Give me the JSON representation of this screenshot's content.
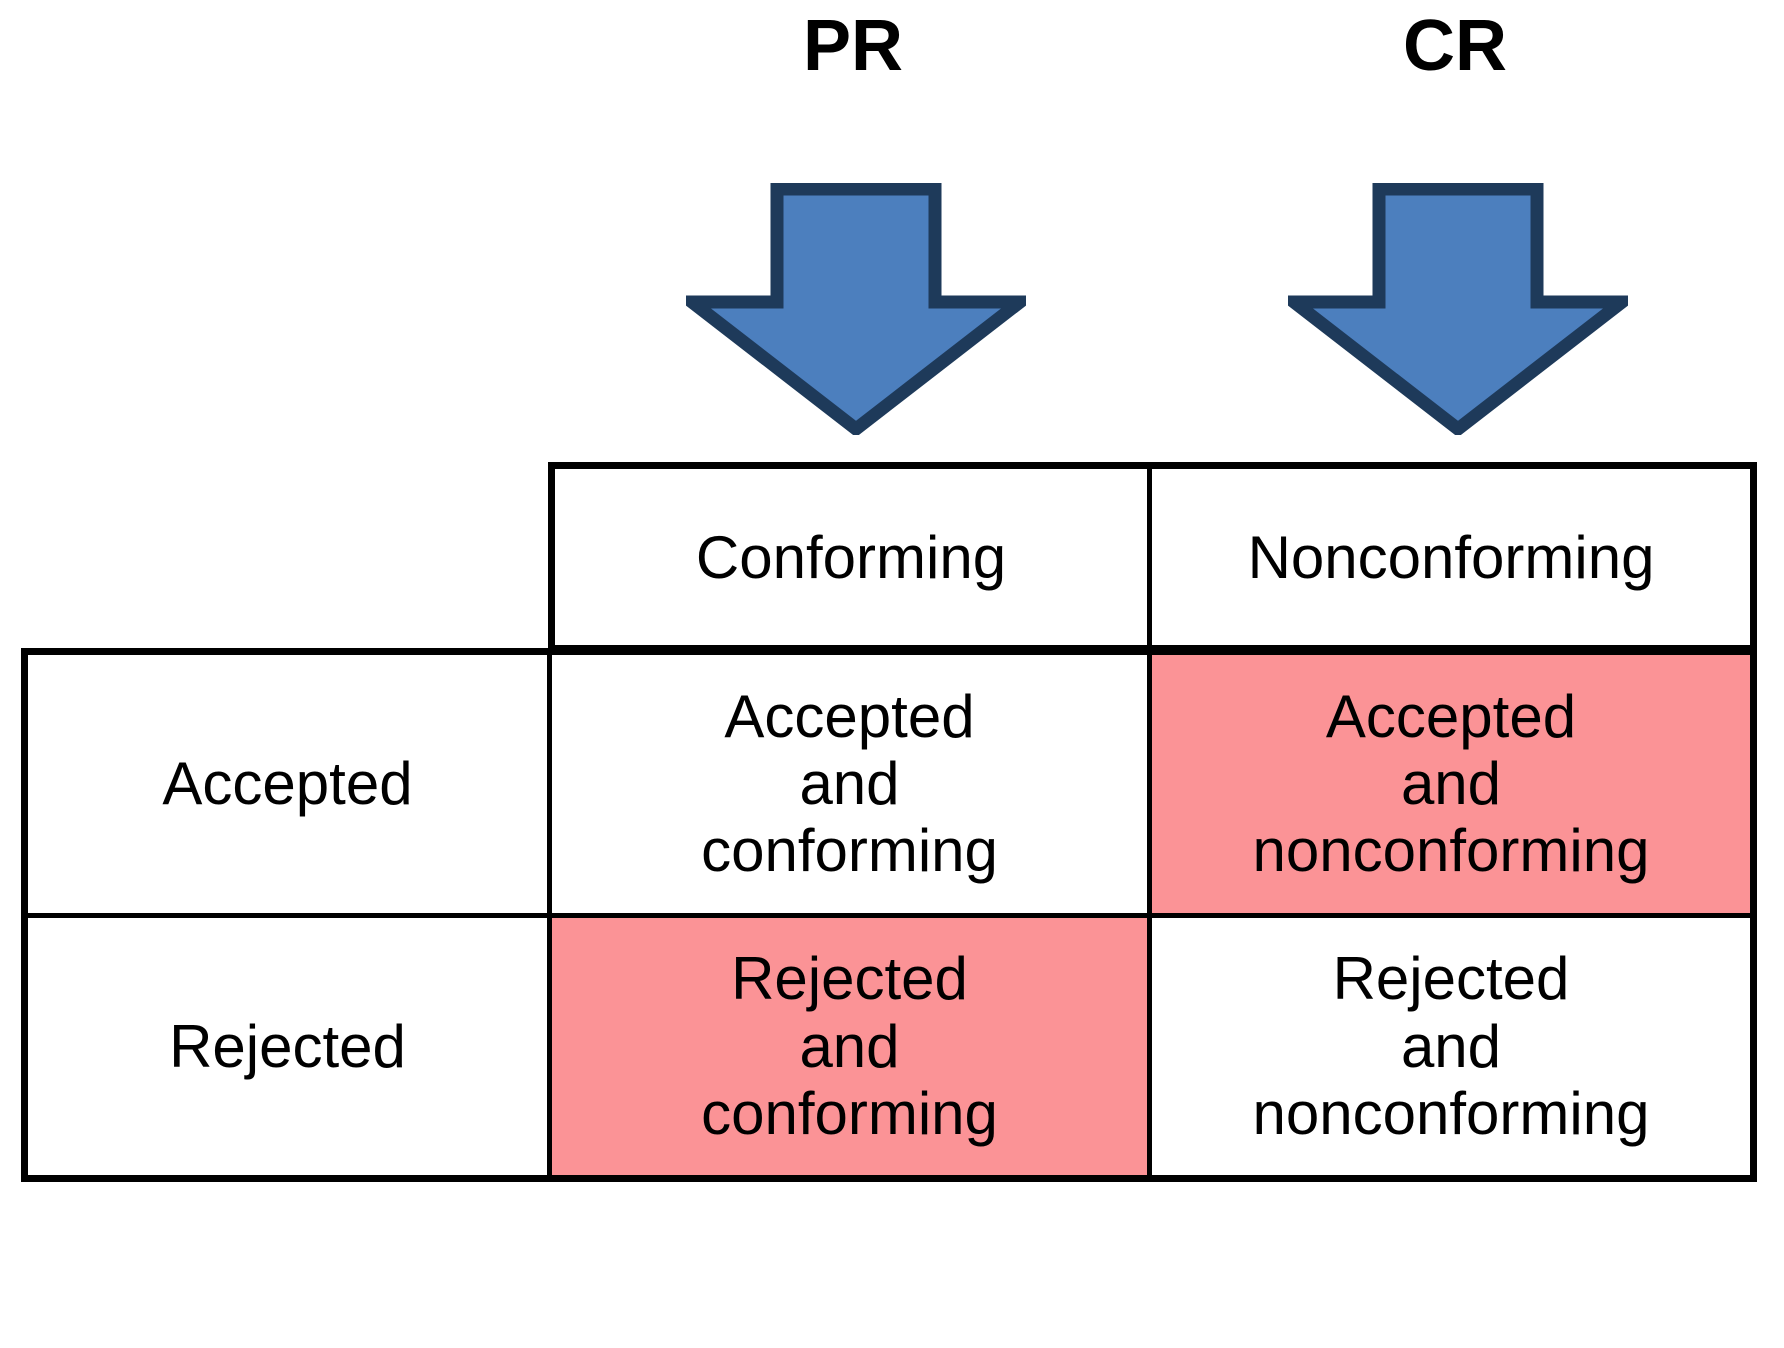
{
  "diagram": {
    "title": "PR / CR acceptance vs conformance matrix",
    "colors": {
      "arrow_fill": "#4c7fbe",
      "arrow_outline": "#1e3a5a",
      "highlight": "#fb9396",
      "line": "#000000",
      "background": "#ffffff"
    }
  },
  "top_labels": {
    "left": "PR",
    "right": "CR"
  },
  "arrows": [
    {
      "name": "pr-arrow",
      "direction": "down",
      "points_to": "Conforming"
    },
    {
      "name": "cr-arrow",
      "direction": "down",
      "points_to": "Nonconforming"
    }
  ],
  "table": {
    "column_headers": {
      "corner": "",
      "col1": "Conforming",
      "col2": "Nonconforming"
    },
    "row_headers": {
      "row1": "Accepted",
      "row2": "Rejected"
    },
    "cells": {
      "accepted_conforming": {
        "line1": "Accepted",
        "line2": "and",
        "line3": "conforming",
        "highlighted": false
      },
      "accepted_nonconforming": {
        "line1": "Accepted",
        "line2": "and",
        "line3": "nonconforming",
        "highlighted": true
      },
      "rejected_conforming": {
        "line1": "Rejected",
        "line2": "and",
        "line3": "conforming",
        "highlighted": true
      },
      "rejected_nonconforming": {
        "line1": "Rejected",
        "line2": "and",
        "line3": "nonconforming",
        "highlighted": false
      }
    }
  }
}
